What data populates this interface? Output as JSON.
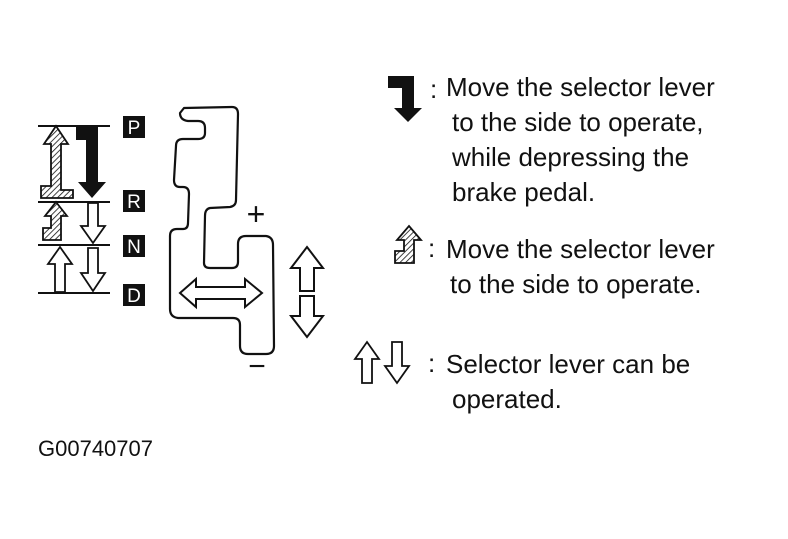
{
  "gear_positions": [
    "P",
    "R",
    "N",
    "D"
  ],
  "gate_signs": {
    "plus": "+",
    "minus": "−"
  },
  "legend": [
    {
      "icon": "solid-bent-arrow-down-icon",
      "colon": ":",
      "lines": [
        "Move the selector lever",
        "to the side to operate,",
        "while depressing the",
        "brake pedal."
      ]
    },
    {
      "icon": "hatched-bent-arrow-up-icon",
      "colon": ":",
      "lines": [
        "Move the selector lever",
        "to the side to operate."
      ]
    },
    {
      "icon": "up-down-outline-arrows-icon",
      "colon": ":",
      "lines": [
        "Selector lever can be",
        "operated."
      ]
    }
  ],
  "figure_code": "G00740707"
}
